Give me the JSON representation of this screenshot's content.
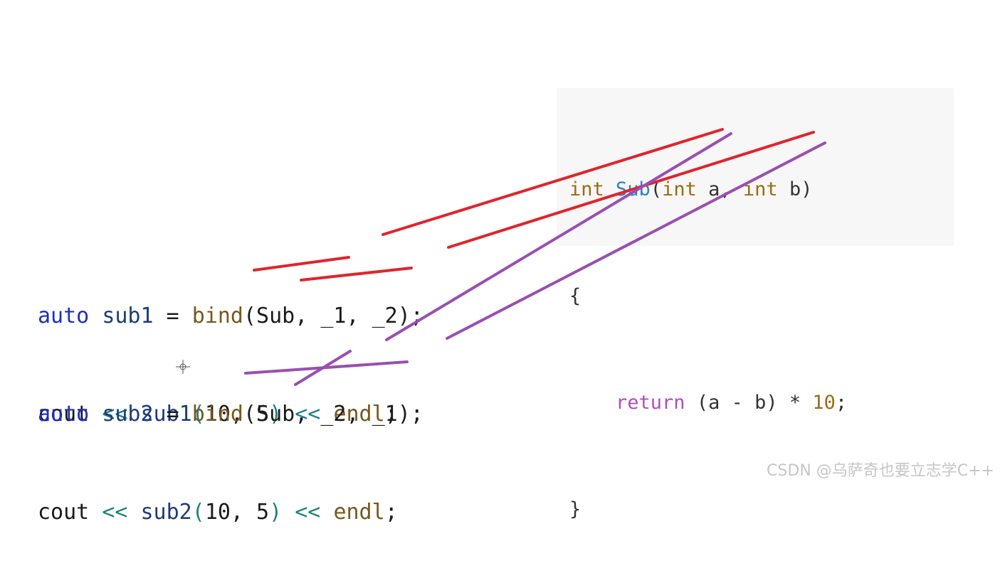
{
  "func": {
    "l1": {
      "int1": "int",
      "name": "Sub",
      "open": "(",
      "int2": "int",
      "a": " a, ",
      "int3": "int",
      "b": " b)"
    },
    "l2": "{",
    "l3": {
      "ret": "return",
      "expr": " (a - b) * ",
      "num": "10",
      "semi": ";"
    },
    "l4": "}"
  },
  "main": {
    "b1": {
      "l1": {
        "auto": "auto",
        "var": "sub1",
        "eq": " = ",
        "bind": "bind",
        "args": "(Sub, _1, _2);"
      },
      "l2": {
        "cout": "cout",
        "op1": "<<",
        "call": "sub1",
        "open": "(",
        "args": "10, 5",
        "close": ")",
        "op2": "<<",
        "endl": "endl",
        "semi": ";"
      }
    },
    "b2": {
      "l1": {
        "auto": "auto",
        "var": "sub2",
        "eq": " = ",
        "bind": "bind",
        "args": "(Sub, _2, _1);"
      },
      "l2": {
        "cout": "cout",
        "op1": "<<",
        "call": "sub2",
        "open": "(",
        "args": "10, 5",
        "close": ")",
        "op2": "<<",
        "endl": "endl",
        "semi": ";"
      }
    }
  },
  "annotations": {
    "red": "#e0242c",
    "purple": "#9a4fb0"
  },
  "watermark": "CSDN @乌萨奇也要立志学C++"
}
